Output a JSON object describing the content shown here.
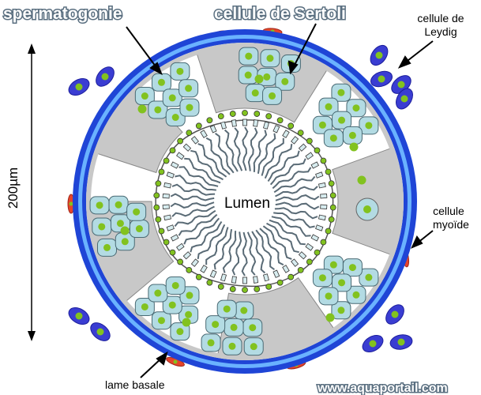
{
  "labels": {
    "spermatogonia": "spermatogonie",
    "sertoli": "cellule de Sertoli",
    "leydig_line1": "cellule de",
    "leydig_line2": "Leydig",
    "myoid_line1": "cellule",
    "myoid_line2": "myoïde",
    "lumen": "Lumen",
    "basal_lamina": "lame basale",
    "scale": "200µm"
  },
  "watermark": "www.aquaportail.com",
  "colors": {
    "membrane_outer": "#1f45d6",
    "membrane_inner": "#6ab2ff",
    "sertoli_cytoplasm": "#c8c8c8",
    "germ_cell": "#b3dbe3",
    "nucleus": "#82c21f",
    "leydig_cell": "#3a3dd2",
    "myoid_cell": "#e6442a",
    "spermatozoa": "#5a6b76"
  }
}
